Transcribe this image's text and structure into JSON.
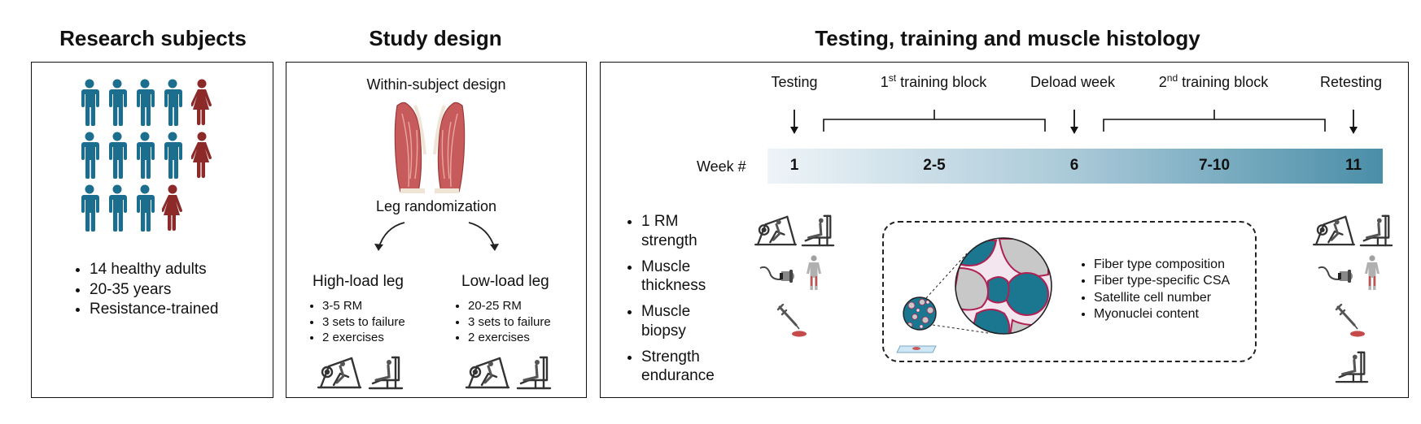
{
  "panels": {
    "subjects": {
      "title": "Research subjects",
      "bullets": [
        "14 healthy adults",
        "20-35 years",
        "Resistance-trained"
      ]
    },
    "design": {
      "title": "Study design",
      "within": "Within-subject design",
      "randomization": "Leg randomization",
      "high": {
        "label": "High-load leg",
        "bullets": [
          "3-5 RM",
          "3 sets to failure",
          "2 exercises"
        ]
      },
      "low": {
        "label": "Low-load leg",
        "bullets": [
          "20-25 RM",
          "3 sets to failure",
          "2 exercises"
        ]
      }
    },
    "testing": {
      "title": "Testing, training and muscle histology",
      "phases": {
        "testing": "Testing",
        "block1_num": "1",
        "block1_sup": "st",
        "block1_rest": " training block",
        "deload": "Deload week",
        "block2_num": "2",
        "block2_sup": "nd",
        "block2_rest": " training block",
        "retesting": "Retesting"
      },
      "week_label": "Week #",
      "weeks": [
        "1",
        "2-5",
        "6",
        "7-10",
        "11"
      ],
      "measures": [
        "1 RM strength",
        "Muscle thickness",
        "Muscle biopsy",
        "Strength endurance"
      ],
      "histology": [
        "Fiber type composition",
        "Fiber type-specific CSA",
        "Satellite cell number",
        "Myonuclei content"
      ]
    }
  },
  "colors": {
    "male": "#1b6e8e",
    "female": "#8c2a2a",
    "timeline_start": "#eef4f8",
    "timeline_end": "#4a8ea8",
    "fiber": "#1b7690",
    "muscle": "#c75a5a"
  }
}
